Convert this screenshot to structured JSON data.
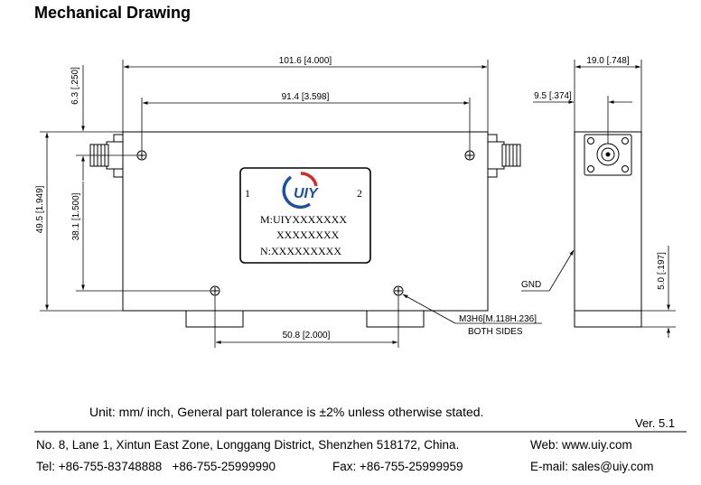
{
  "page": {
    "title": "Mechanical Drawing",
    "version": "Ver. 5.1",
    "unit_note": "Unit: mm/ inch, General part tolerance is ±2% unless otherwise stated."
  },
  "dimensions": {
    "overall_length": "101.6 [4.000]",
    "hole_spacing_top": "91.4 [3.598]",
    "top_offset": "6.3 [.250]",
    "overall_height": "49.5 [1.949]",
    "hole_height": "38.1 [1.500]",
    "bottom_hole_spacing": "50.8 [2.000]",
    "side_width": "19.0 [.748]",
    "connector_offset": "9.5 [.374]",
    "gnd_height": "5.0 [.197]"
  },
  "annotations": {
    "gnd": "GND",
    "thread": "M3H6[M.118H.236]",
    "thread_note": "BOTH SIDES"
  },
  "label_plate": {
    "port1": "1",
    "port2": "2",
    "brand": "UIY",
    "model": "M:UIYXXXXXXX",
    "serial": "XXXXXXXX",
    "number": "N:XXXXXXXXX"
  },
  "footer": {
    "address": "No. 8, Lane 1, Xintun East Zone, Longgang District, Shenzhen 518172, China.",
    "web": "Web: www.uiy.com",
    "tel": "Tel: +86-755-83748888   +86-755-25999990",
    "fax": "Fax: +86-755-25999959",
    "email": "E-mail: sales@uiy.com"
  }
}
